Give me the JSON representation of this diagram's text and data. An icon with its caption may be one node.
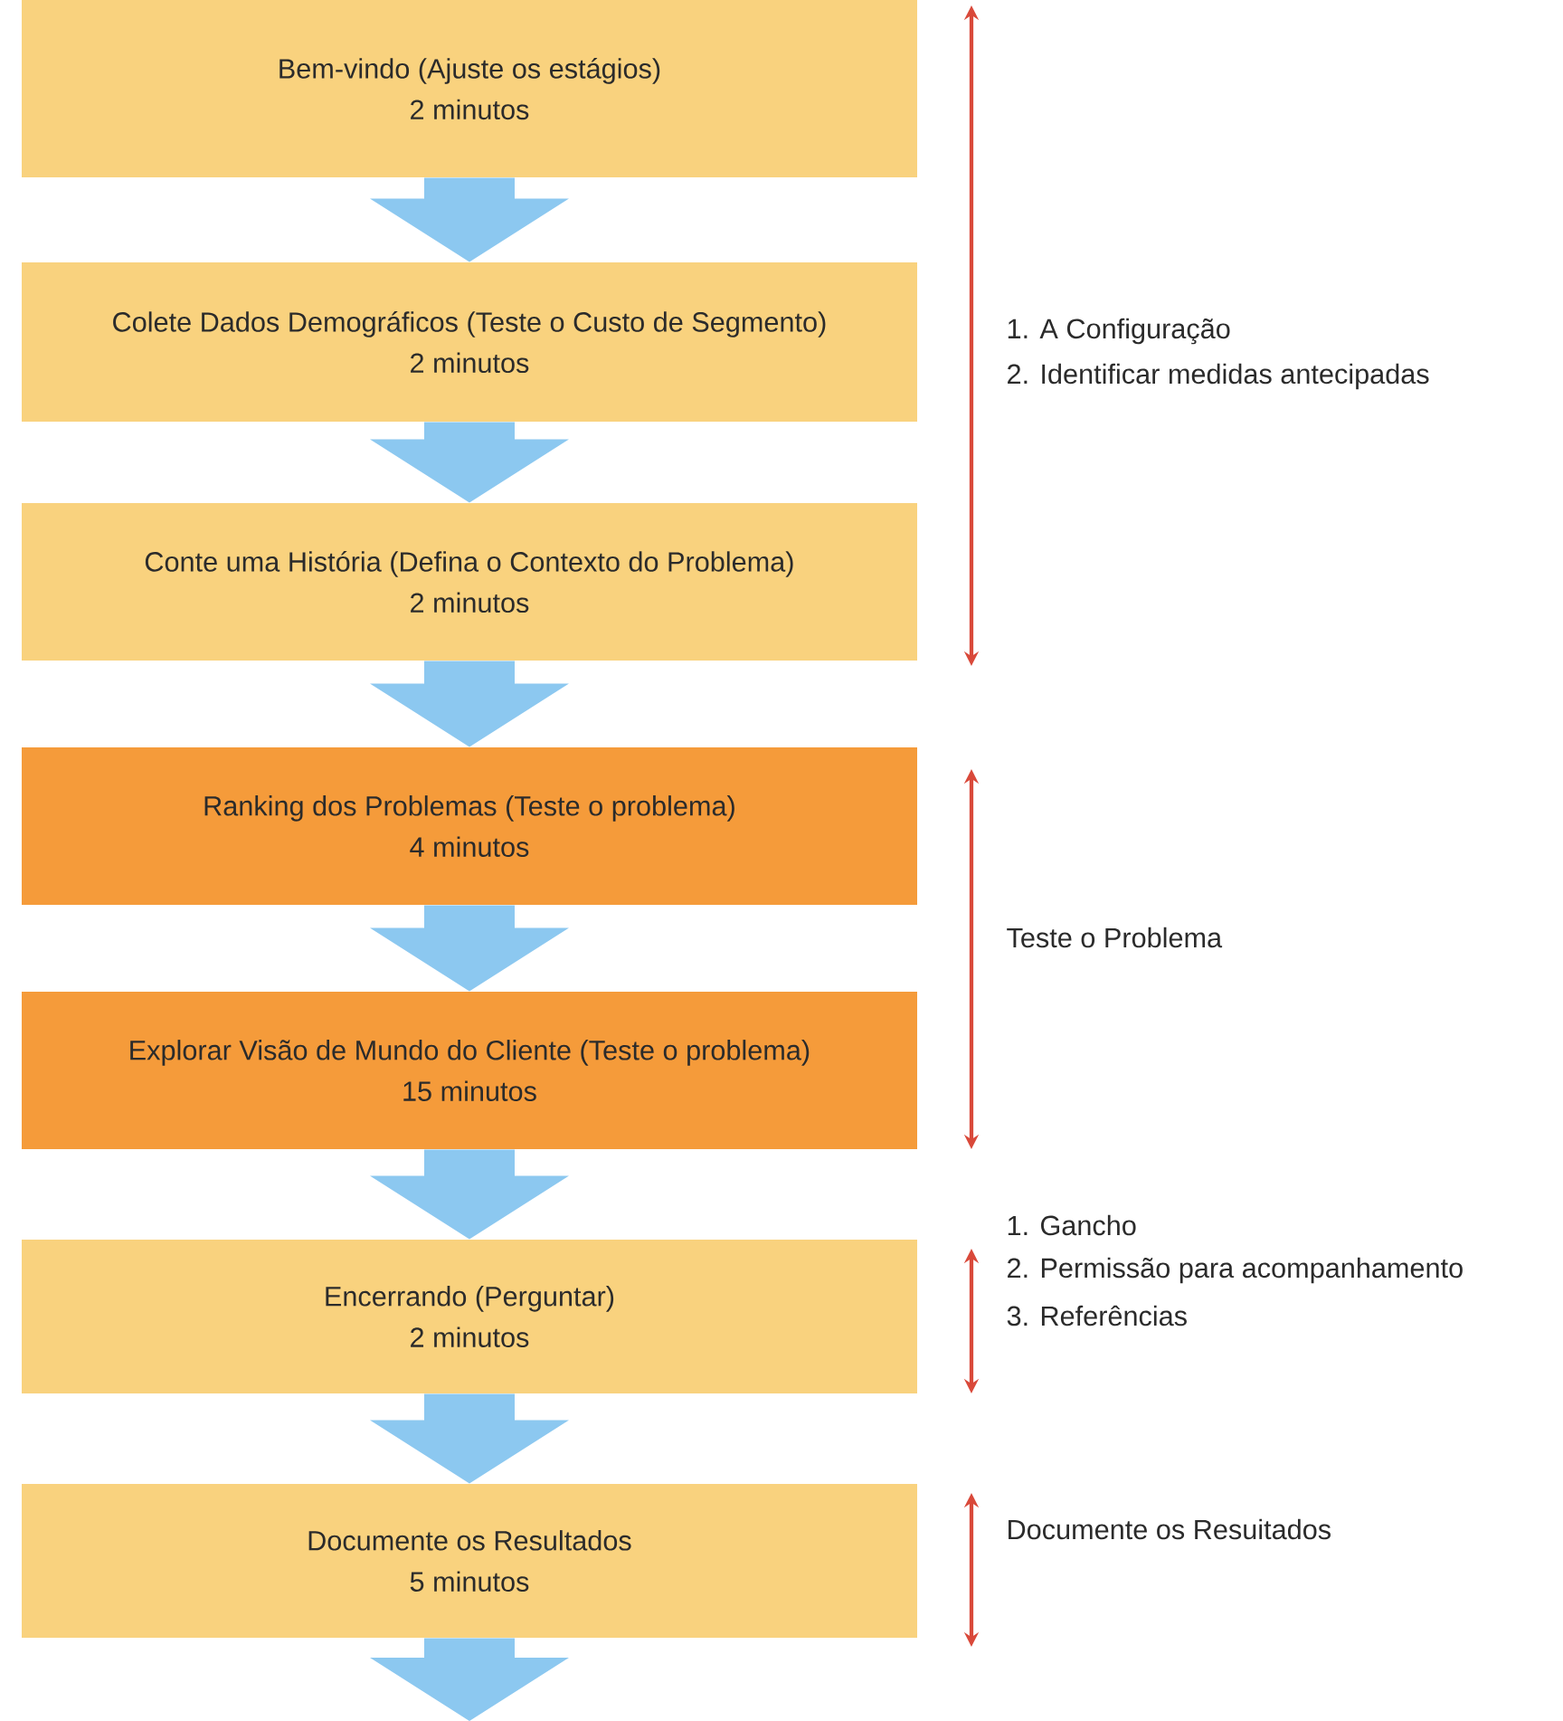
{
  "diagram": {
    "nodes": [
      {
        "text": [
          "Bem-vindo (Ajuste os estágios)",
          "2 minutos"
        ]
      },
      {
        "text": [
          "Colete Dados Demográficos (Teste o Custo de Segmento)",
          "2 minutos"
        ]
      },
      {
        "text": [
          "Conte uma História (Defina o Contexto do Problema)",
          "2 minutos"
        ]
      },
      {
        "text": [
          "Ranking dos Problemas (Teste o problema)",
          "4 minutos"
        ]
      },
      {
        "text": [
          "Explorar Visão de Mundo do Cliente (Teste o problema)",
          "15 minutos"
        ]
      },
      {
        "text": [
          "Encerrando (Perguntar)",
          "2 minutos"
        ]
      },
      {
        "text": [
          "Documente os Resultados",
          "5 minutos"
        ]
      }
    ],
    "edges": [
      {
        "from": 0,
        "to": 1,
        "arrow": "to"
      },
      {
        "from": 1,
        "to": 2,
        "arrow": "to"
      },
      {
        "from": 2,
        "to": 3,
        "arrow": "to"
      },
      {
        "from": 3,
        "to": 4,
        "arrow": "to"
      },
      {
        "from": 4,
        "to": 5,
        "arrow": "to"
      },
      {
        "from": 5,
        "to": 6,
        "arrow": "to"
      },
      {
        "from": 6,
        "to": null,
        "arrow": "to"
      }
    ],
    "labels": [
      "1. A Configuração",
      "2. Identificar medidas antecipadas",
      "Teste o Problema",
      "1. Gancho",
      "2. Permissão para acompanhamento",
      "3. Referências",
      "Documente os Resuitados"
    ]
  }
}
